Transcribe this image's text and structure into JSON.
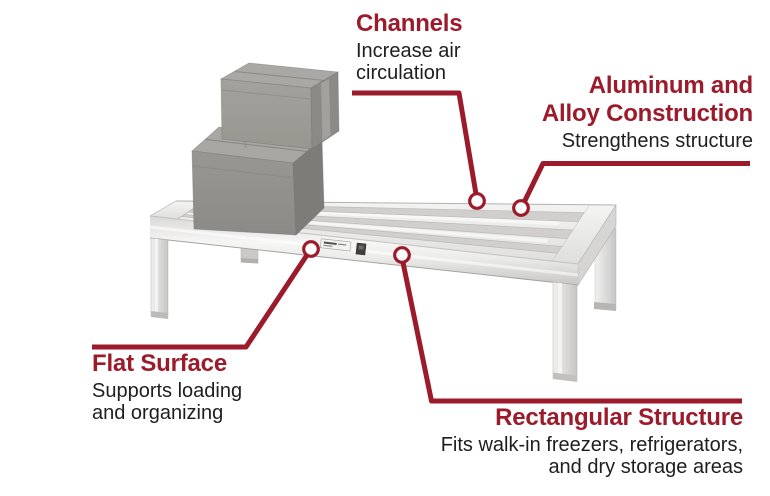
{
  "colors": {
    "accent": "#9C1B2B",
    "text": "#1E1E1E",
    "background": "#FFFFFF"
  },
  "callouts": {
    "channels": {
      "title": "Channels",
      "desc_line1": "Increase air",
      "desc_line2": "circulation"
    },
    "aluminum_alloy": {
      "title_line1": "Aluminum and",
      "title_line2": "Alloy Construction",
      "desc": "Strengthens structure"
    },
    "flat_surface": {
      "title": "Flat Surface",
      "desc_line1": "Supports loading",
      "desc_line2": "and organizing"
    },
    "rectangular_structure": {
      "title": "Rectangular Structure",
      "desc_line1": "Fits walk-in freezers, refrigerators,",
      "desc_line2": "and dry storage areas"
    }
  }
}
